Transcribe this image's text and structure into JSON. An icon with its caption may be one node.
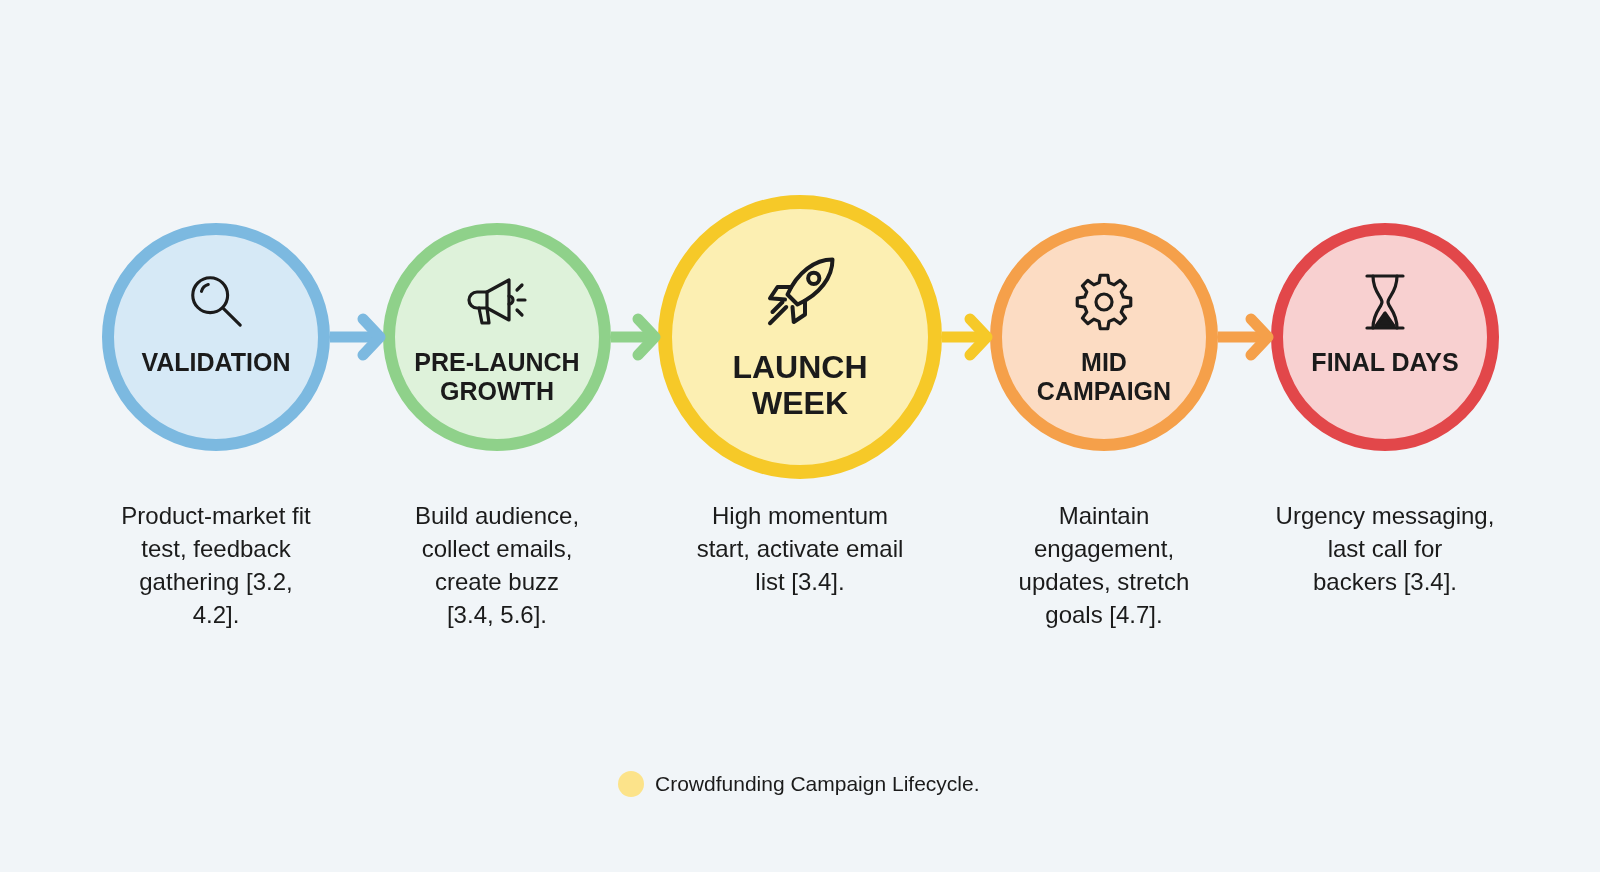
{
  "diagram": {
    "nodes": [
      {
        "text": [
          "VALIDATION"
        ],
        "beside": [
          "Product-market fit test, feedback gathering [3.2, 4.2]."
        ]
      },
      {
        "text": [
          "PRE-LAUNCH GROWTH"
        ],
        "beside": [
          "Build audience, collect emails, create buzz [3.4, 5.6]."
        ]
      },
      {
        "text": [
          "LAUNCH WEEK"
        ],
        "beside": [
          "High momentum start, activate email list [3.4]."
        ]
      },
      {
        "text": [
          "MID CAMPAIGN"
        ],
        "beside": [
          "Maintain engagement, updates, stretch goals [4.7]."
        ]
      },
      {
        "text": [
          "FINAL DAYS"
        ],
        "beside": [
          "Urgency messaging, last call for backers [3.4]."
        ]
      }
    ],
    "edges": [
      {
        "from": 0,
        "to": 1,
        "arrow": "to",
        "color": "#7cb9e0"
      },
      {
        "from": 1,
        "to": 2,
        "arrow": "to",
        "color": "#8fd18a"
      },
      {
        "from": 2,
        "to": 3,
        "arrow": "to",
        "color": "#f6c928"
      },
      {
        "from": 3,
        "to": 4,
        "arrow": "to",
        "color": "#f5a04a"
      }
    ],
    "legend": [
      {
        "text": "Crowdfunding Campaign Lifecycle.",
        "color": "#fce38a"
      }
    ]
  }
}
